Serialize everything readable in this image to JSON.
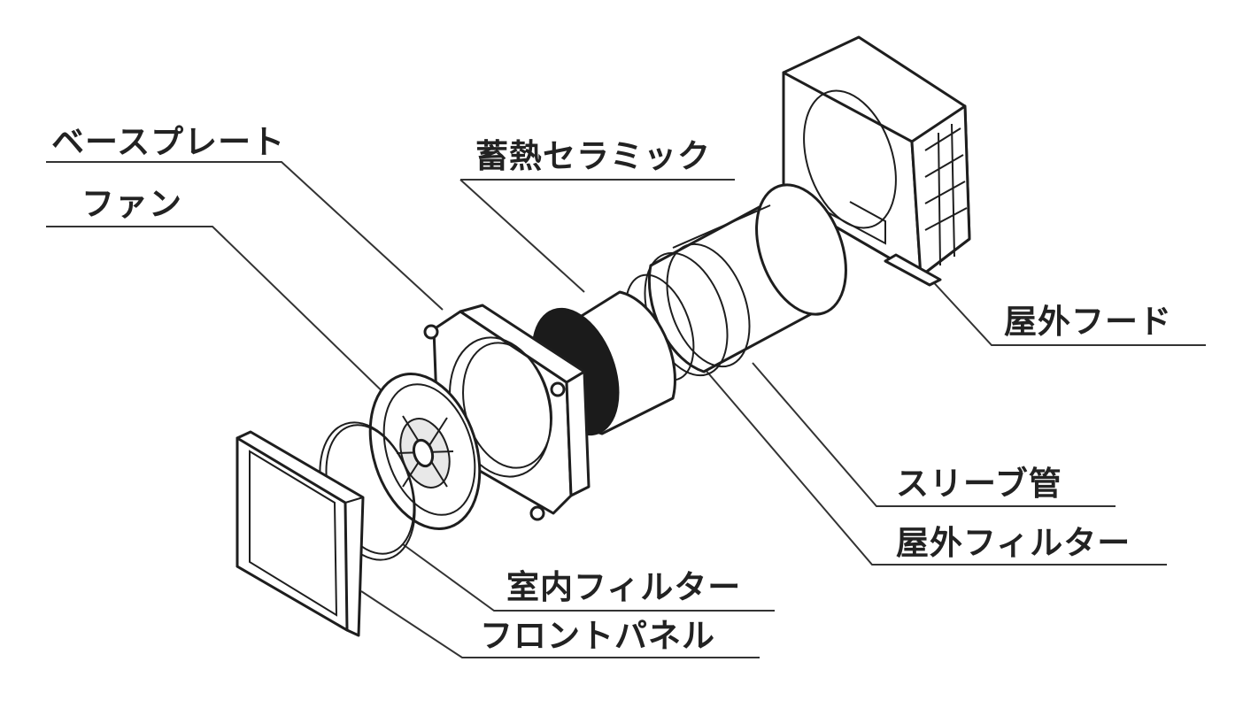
{
  "labels": {
    "base_plate": "ベースプレート",
    "fan": "ファン",
    "thermal_ceramic": "蓄熱セラミック",
    "outdoor_hood": "屋外フード",
    "sleeve_pipe": "スリーブ管",
    "outdoor_filter": "屋外フィルター",
    "indoor_filter": "室内フィルター",
    "front_panel": "フロントパネル"
  },
  "colors": {
    "line": "#333333",
    "text": "#222222",
    "ceramic_core": "#1b1b1b"
  }
}
